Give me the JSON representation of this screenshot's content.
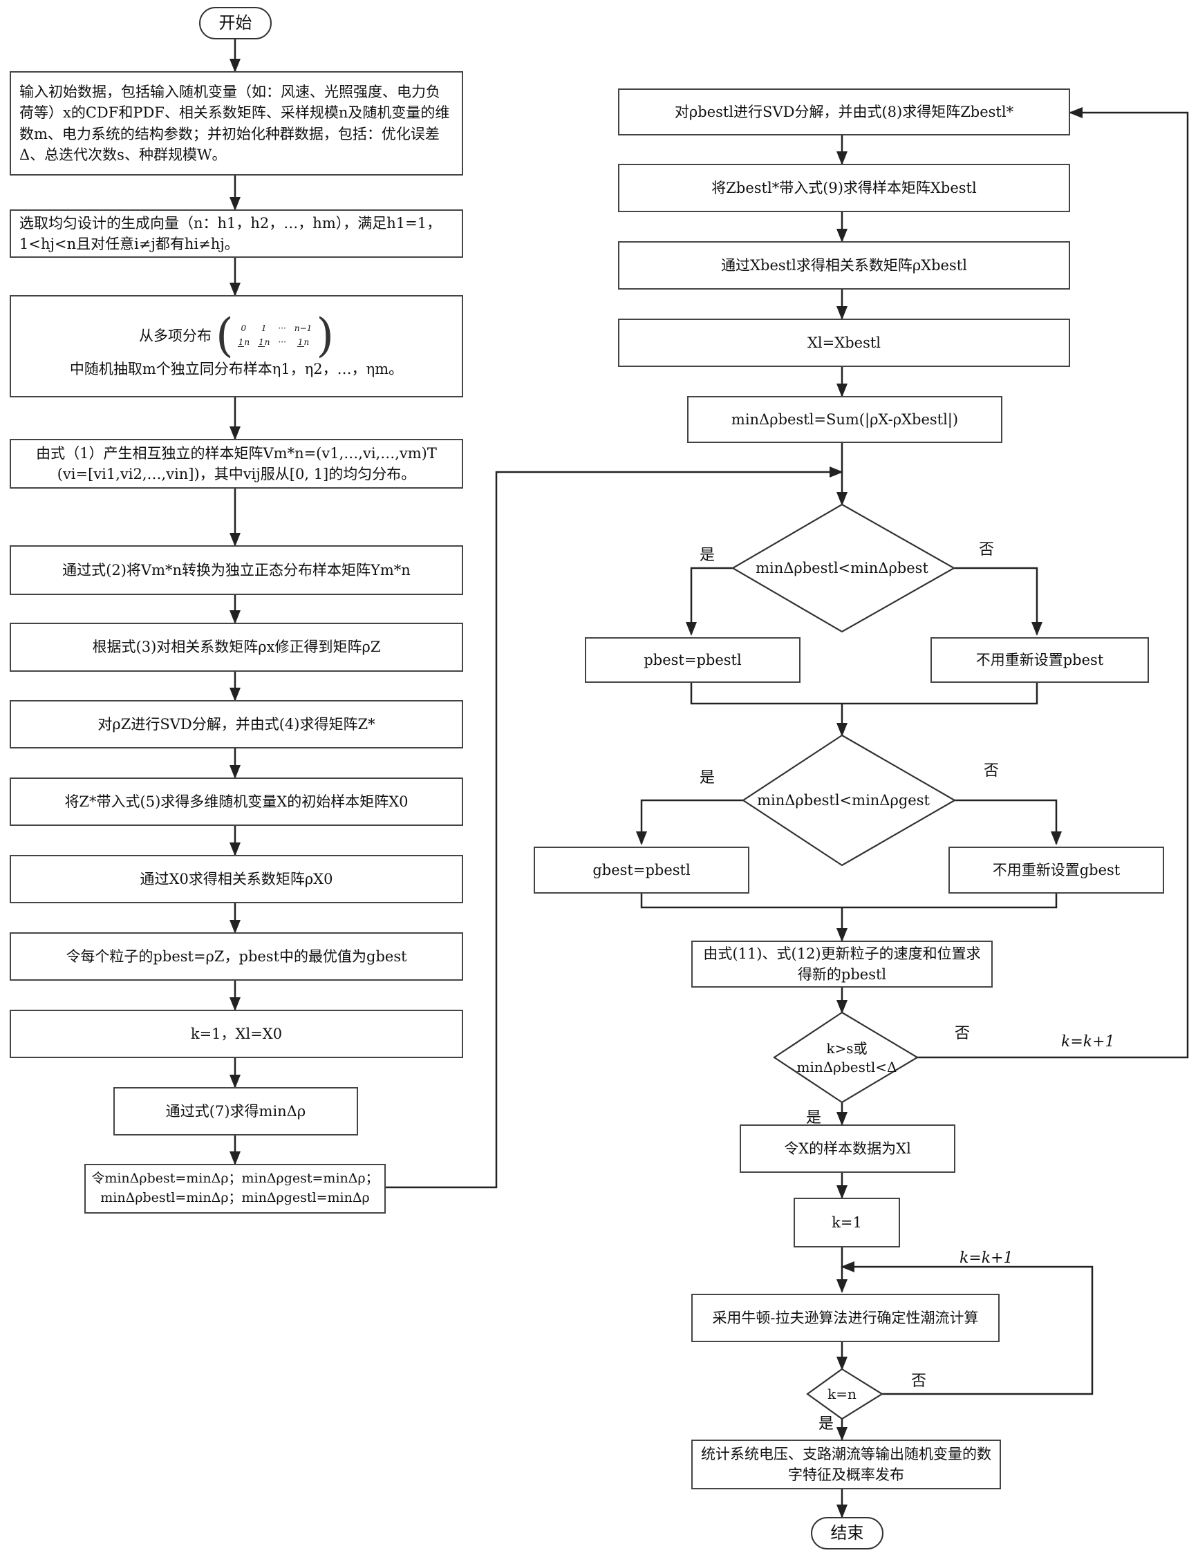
{
  "nodes": {
    "start": "开始",
    "end": "结束",
    "l1": "输入初始数据，包括输入随机变量（如：风速、光照强度、电力负荷等）x的CDF和PDF、相关系数矩阵、采样规模n及随机变量的维数m、电力系统的结构参数；并初始化种群数据，包括：优化误差Δ、总迭代次数s、种群规模W。",
    "l2": "选取均匀设计的生成向量（n：h1，h2，…，hm），满足h1=1，1<hj<n且对任意i≠j都有hi≠hj。",
    "l3_a": "从多项分布",
    "l3_b": "中随机抽取m个独立同分布样本η1，η2，…，ηm。",
    "l3_matrix_top": [
      "0",
      "1",
      "···",
      "n−1"
    ],
    "l3_matrix_bottom_num": [
      "1",
      "1",
      "1"
    ],
    "l3_matrix_bottom_den": [
      "n",
      "n",
      "n"
    ],
    "l3_matrix_bottom_dots": "···",
    "l4": "由式（1）产生相互独立的样本矩阵Vm*n=(v1,…,vi,…,vm)T (vi=[vi1,vi2,…,vin])，其中vij服从[0, 1]的均匀分布。",
    "l5": "通过式(2)将Vm*n转换为独立正态分布样本矩阵Ym*n",
    "l6": "根据式(3)对相关系数矩阵ρx修正得到矩阵ρZ",
    "l7": "对ρZ进行SVD分解，并由式(4)求得矩阵Z*",
    "l8": "将Z*带入式(5)求得多维随机变量X的初始样本矩阵X0",
    "l9": "通过X0求得相关系数矩阵ρX0",
    "l10": "令每个粒子的pbest=ρZ，pbest中的最优值为gbest",
    "l11": "k=1，Xl=X0",
    "l12": "通过式(7)求得minΔρ",
    "l13": "令minΔρbest=minΔρ；minΔρgest=minΔρ；minΔρbestl=minΔρ；minΔρgestl=minΔρ",
    "r1": "对ρbestl进行SVD分解，并由式(8)求得矩阵Zbestl*",
    "r2": "将Zbestl*带入式(9)求得样本矩阵Xbestl",
    "r3": "通过Xbestl求得相关系数矩阵ρXbestl",
    "r4": "Xl=Xbestl",
    "r5": "minΔρbestl=Sum(|ρX-ρXbestl|)",
    "d1": "minΔρbestl<minΔρbest",
    "d1_yes": "pbest=pbestl",
    "d1_no": "不用重新设置pbest",
    "d2": "minΔρbestl<minΔρgest",
    "d2_yes": "gbest=pbestl",
    "d2_no": "不用重新设置gbest",
    "r6": "由式(11)、式(12)更新粒子的速度和位置求得新的pbestl",
    "d3": "k>s或minΔρbestl<Δ",
    "r7": "令X的样本数据为Xl",
    "r8": "k=1",
    "r9": "采用牛顿-拉夫逊算法进行确定性潮流计算",
    "d4": "k=n",
    "r10": "统计系统电压、支路潮流等输出随机变量的数字特征及概率发布"
  },
  "edge_labels": {
    "yes": "是",
    "no": "否",
    "loop1": "k=k+1",
    "loop2": "k=k+1"
  },
  "colors": {
    "line": "#222222",
    "box_border": "#444444"
  }
}
